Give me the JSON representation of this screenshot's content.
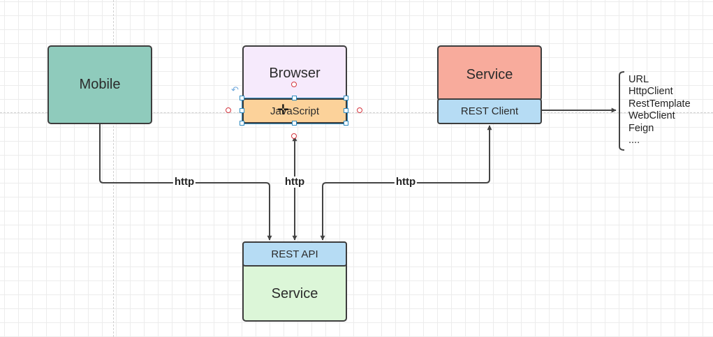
{
  "nodes": {
    "mobile": {
      "label": "Mobile",
      "color": "#8fcbbc"
    },
    "browser": {
      "label": "Browser",
      "color": "#f6eafc"
    },
    "javascript": {
      "label": "JavaScript",
      "color": "#fcd29a"
    },
    "service_top": {
      "label": "Service",
      "color": "#f8ab9c"
    },
    "rest_client": {
      "label": "REST Client",
      "color": "#b6dcf4"
    },
    "rest_api": {
      "label": "REST API",
      "color": "#b6dcf4"
    },
    "service_bottom": {
      "label": "Service",
      "color": "#dcf6d8"
    }
  },
  "edges": {
    "mobile_to_api": {
      "label": "http"
    },
    "js_to_api": {
      "label": "http"
    },
    "client_to_api": {
      "label": "http"
    }
  },
  "client_options": {
    "items": [
      "URL",
      "HttpClient",
      "RestTemplate",
      "WebClient",
      "Feign",
      "...."
    ]
  },
  "colors": {
    "stroke": "#3d3d3d",
    "selection": "#2e8bc0",
    "connector_point": "#d3343d"
  }
}
